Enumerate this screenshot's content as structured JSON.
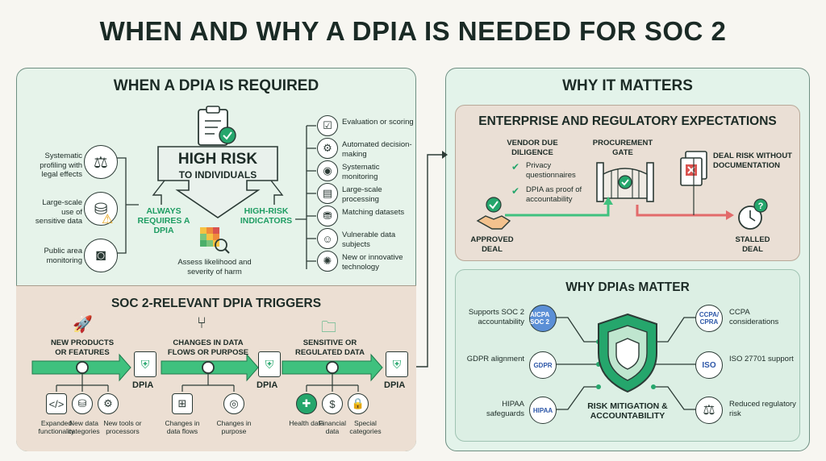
{
  "title": "WHEN AND WHY A DPIA IS NEEDED FOR SOC 2",
  "left": {
    "heading": "WHEN A DPIA IS REQUIRED",
    "center": {
      "line1": "HIGH RISK",
      "line2": "TO INDIVIDUALS",
      "always": "ALWAYS REQUIRES A DPIA",
      "indicators": "HIGH-RISK INDICATORS",
      "assess": "Assess likelihood and severity of harm"
    },
    "always_items": [
      {
        "label": "Systematic profiling with legal effects",
        "icon": "profiling-gavel-icon"
      },
      {
        "label": "Large-scale use of sensitive data",
        "icon": "database-warning-icon"
      },
      {
        "label": "Public area monitoring",
        "icon": "cctv-camera-icon"
      }
    ],
    "indicator_items": [
      {
        "label": "Evaluation or scoring",
        "icon": "clipboard-check-icon"
      },
      {
        "label": "Automated decision-making",
        "icon": "robot-icon"
      },
      {
        "label": "Systematic monitoring",
        "icon": "eye-icon"
      },
      {
        "label": "Large-scale processing",
        "icon": "server-icon"
      },
      {
        "label": "Matching datasets",
        "icon": "datasets-icon"
      },
      {
        "label": "Vulnerable data subjects",
        "icon": "people-icon"
      },
      {
        "label": "New or innovative technology",
        "icon": "lightbulb-icon"
      }
    ]
  },
  "triggers": {
    "heading": "SOC 2-RELEVANT DPIA TRIGGERS",
    "dpia_label": "DPIA",
    "groups": [
      {
        "title": "NEW PRODUCTS OR FEATURES",
        "icon": "rocket-icon",
        "items": [
          {
            "label": "Expanded functionality",
            "icon": "code-icon"
          },
          {
            "label": "New data categories",
            "icon": "database-icon"
          },
          {
            "label": "New tools or processors",
            "icon": "gears-icon"
          }
        ]
      },
      {
        "title": "CHANGES IN DATA FLOWS OR PURPOSE",
        "icon": "split-arrow-icon",
        "items": [
          {
            "label": "Changes in data flows",
            "icon": "flowchart-icon"
          },
          {
            "label": "Changes in purpose",
            "icon": "target-icon"
          }
        ]
      },
      {
        "title": "SENSITIVE OR REGULATED DATA",
        "icon": "folder-lock-icon",
        "items": [
          {
            "label": "Health data",
            "icon": "health-cross-icon"
          },
          {
            "label": "Financial data",
            "icon": "coins-icon"
          },
          {
            "label": "Special categories",
            "icon": "lock-icon"
          }
        ]
      }
    ]
  },
  "right": {
    "heading": "WHY IT MATTERS",
    "enterprise": {
      "heading": "ENTERPRISE AND REGULATORY EXPECTATIONS",
      "vendor_title": "VENDOR DUE DILIGENCE",
      "vendor_items": [
        "Privacy questionnaires",
        "DPIA as proof of accountability"
      ],
      "gate": "PROCUREMENT GATE",
      "deal_risk": "DEAL RISK WITHOUT DOCUMENTATION",
      "approved": "APPROVED DEAL",
      "stalled": "STALLED DEAL"
    },
    "dpias": {
      "heading": "WHY DPIAs MATTER",
      "center": "RISK MITIGATION & ACCOUNTABILITY",
      "left_items": [
        {
          "label": "Supports SOC 2 accountability",
          "badge": "AICPA SOC 2"
        },
        {
          "label": "GDPR alignment",
          "badge": "GDPR"
        },
        {
          "label": "HIPAA safeguards",
          "badge": "HIPAA"
        }
      ],
      "right_items": [
        {
          "label": "CCPA considerations",
          "badge": "CCPA/ CPRA"
        },
        {
          "label": "ISO 27701 support",
          "badge": "ISO"
        },
        {
          "label": "Reduced regulatory risk",
          "badge": "scales-icon"
        }
      ]
    }
  },
  "colors": {
    "accent": "#25a66c",
    "warning": "#e8a317",
    "danger": "#d9534f",
    "panel_left": "#e6f3ea",
    "panel_soc": "#ecdfd3"
  }
}
